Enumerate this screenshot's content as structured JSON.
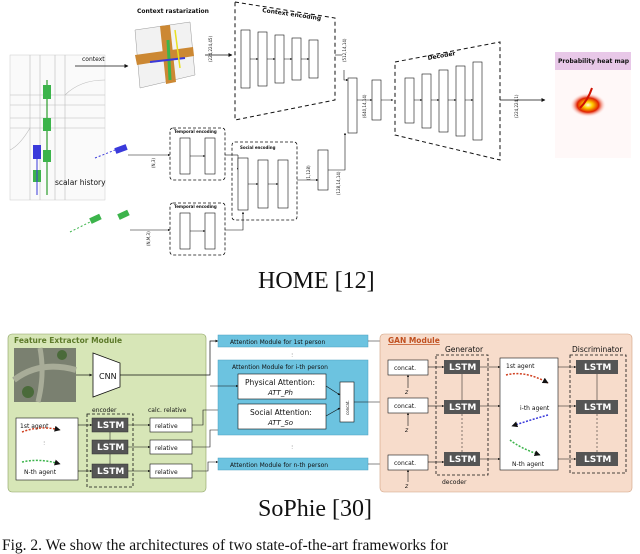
{
  "home": {
    "title": "HOME [12]",
    "context_label": "context",
    "context_rasterization": "Context rastarization",
    "context_encoding": "Context encoding",
    "scalar_history": "scalar history",
    "temporal_encoding_1": "Temporal encoding",
    "temporal_encoding_2": "Temporal encoding",
    "social_encoding": "Social encoding",
    "decoder": "Decoder",
    "heatmap_label": "Probability heat map"
  },
  "sophie": {
    "title": "SoPhie [30]",
    "feature_extractor": "Feature Extractor Module",
    "cnn": "CNN",
    "encoder": "encoder",
    "calc_relative": "calc. relative",
    "agent_1": "1st agent",
    "agent_n": "N-th agent",
    "lstm": "LSTM",
    "relative": "relative",
    "attention_1": "Attention Module for 1st person",
    "attention_i": "Attention Module for i-th person",
    "attention_n": "Attention Module for n-th person",
    "physical_attention": "Physical Attention:",
    "physical_att_sym": "ATT_Ph",
    "social_attention": "Social Attention:",
    "social_att_sym": "ATT_So",
    "concat": "concat.",
    "gan_module": "GAN Module",
    "generator": "Generator",
    "discriminator": "Discriminator",
    "decoder": "decoder",
    "gen_agent_1": "1st agent",
    "gen_agent_i": "i-th agent",
    "gen_agent_n": "N-th agent",
    "z": "z"
  },
  "caption": "Fig. 2.   We show the architectures of two state-of-the-art frameworks for"
}
